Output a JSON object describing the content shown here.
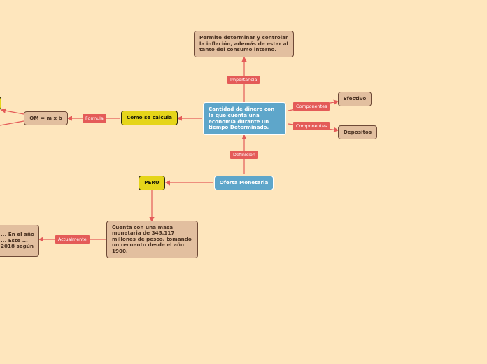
{
  "colors": {
    "background": "#fee6bd",
    "link": "#e45b58",
    "central_node": "#5ea6ca",
    "highlight_node": "#e5d51a",
    "leaf_node": "#e2bf9f"
  },
  "nodes": {
    "definition": "Cantidad de dinero con la que cuenta una economía durante un tiempo Determinado.",
    "oferta_monetaria": "Oferta Monetaria",
    "importancia_text": "Permite determinar y controlar la inflación, además de estar al tanto del consumo interno.",
    "efectivo": "Efectivo",
    "depositos": "Depositos",
    "como_se_calcula": "Como se calcula",
    "formula_value": "OM = m x b",
    "peru": "PERU",
    "peru_text": "Cuenta con una masa monetaria de 345.117 millones de pesos, tomando un recuento desde el año 1900.",
    "actual_text": "... En el año ... Este ... 2018 según"
  },
  "labels": {
    "importancia": "Importancia",
    "componentes_1": "Componentes",
    "componentes_2": "Componentes",
    "definicion": "Definicion",
    "formula": "Formula",
    "actualmente": "Actualmente"
  }
}
